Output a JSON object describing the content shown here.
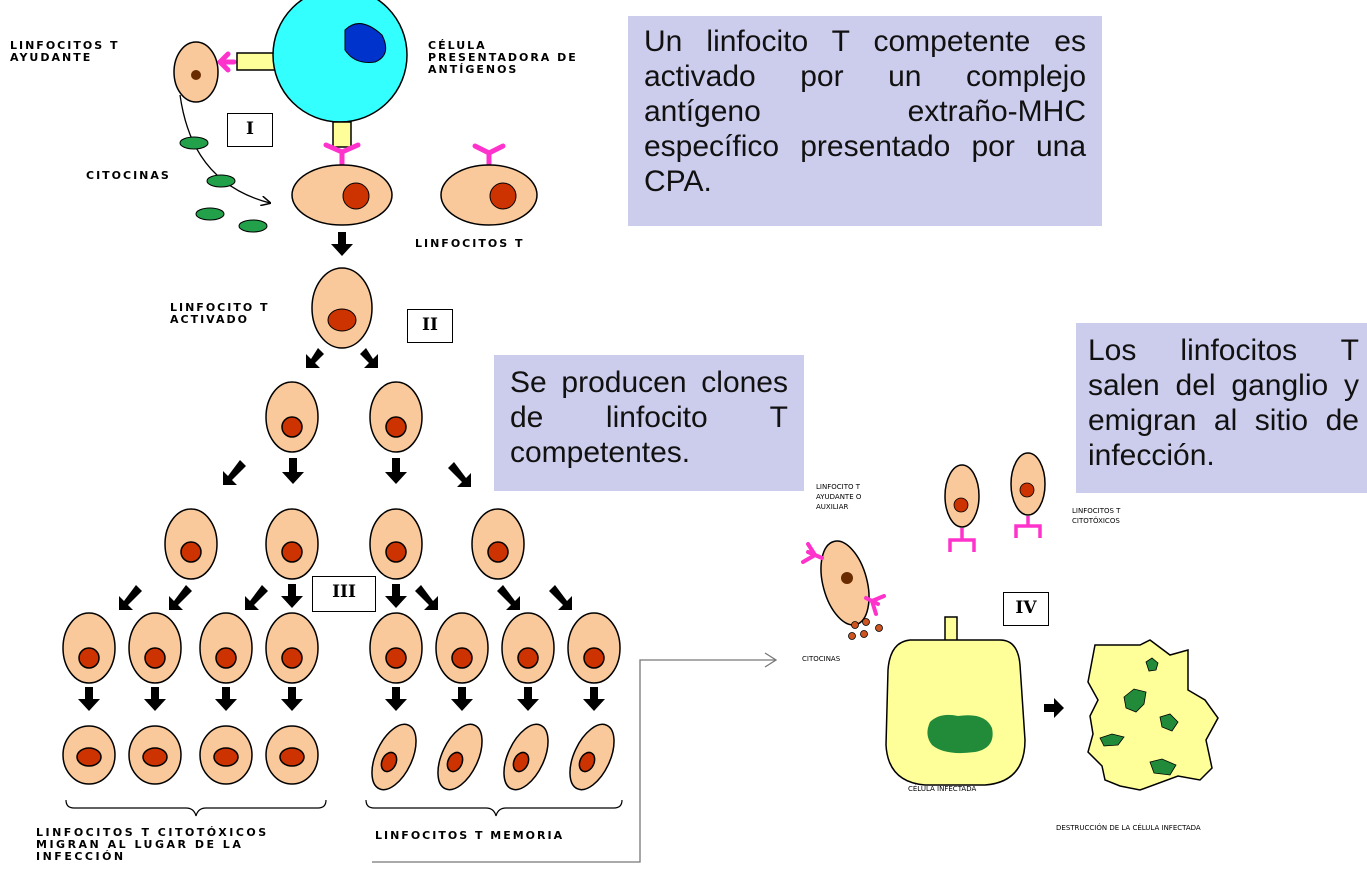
{
  "labels": {
    "helper_t": "LINFOCITOS T\nAYUDANTE",
    "apc": "CÉLULA\nPRESENTADORA DE\nANTÍGENOS",
    "cytokines": "CITOCINAS",
    "t_cells": "LINFOCITOS T",
    "activated_t": "LINFOCITO T\nACTIVADO",
    "cytotoxic_migrate": "LINFOCITOS T CITOTÓXICOS\nMIGRAN AL LUGAR DE LA\nINFECCIÓN",
    "memory_t": "LINFOCITOS T MEMORIA",
    "helper_auxiliary": "LINFOCITO T\nAYUDANTE O\nAUXILIAR",
    "cytotoxic_t": "LINFOCITOS T\nCITOTÓXICOS",
    "cytokines_2": "CITOCINAS",
    "infected_cell": "CÉLULA INFECTADA",
    "destruction": "DESTRUCCIÓN DE LA CÉLULA INFECTADA"
  },
  "stages": [
    "I",
    "II",
    "III",
    "IV"
  ],
  "notes": {
    "activation": "Un linfocito T competente es activado por un complejo antígeno extraño-MHC específico presentado por una CPA.",
    "clones": "Se producen clones de linfocito T competentes.",
    "emigration": "Los linfocitos T salen del ganglio y emigran al sitio de infección."
  },
  "colors": {
    "cell": "#f9c99b",
    "nucleus": "#cc3300",
    "apc": "#33ffff",
    "apc_nucleus": "#0033cc",
    "receptor": "#ff33cc",
    "cytokine": "#22a04a",
    "infected": "#ffff99",
    "infected_nucleus": "#228b3a",
    "note_bg": "#ccccec"
  }
}
